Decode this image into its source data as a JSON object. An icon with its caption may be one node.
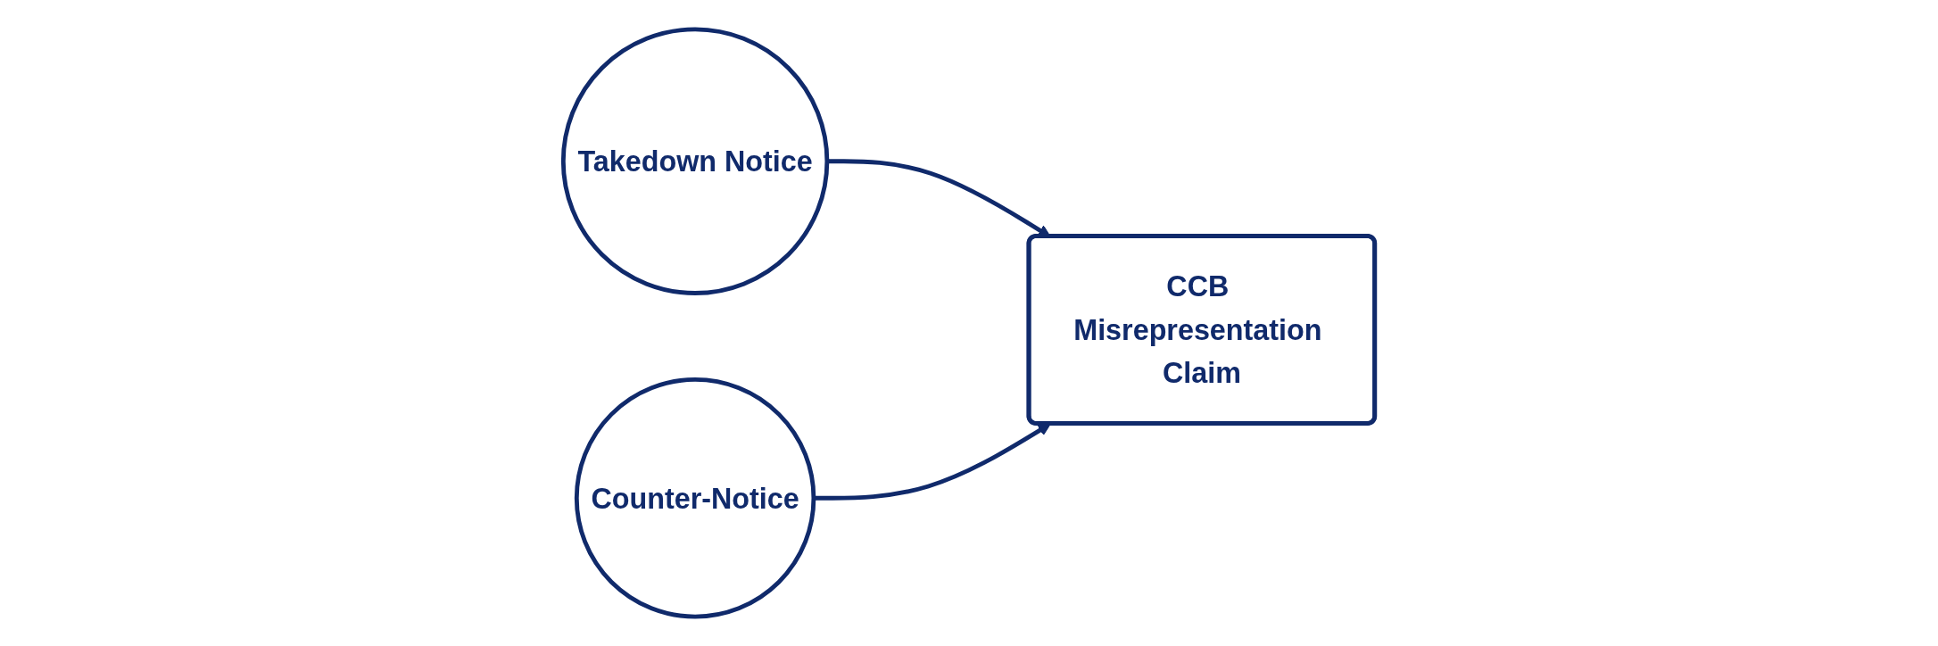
{
  "diagram": {
    "nodes": [
      {
        "text": [
          "Takedown Notice"
        ]
      },
      {
        "text": [
          "CCB Misrepresentation Claim"
        ]
      },
      {
        "text": [
          "Counter-Notice"
        ]
      }
    ],
    "edges": [
      {
        "from": 0,
        "to": 1,
        "arrow": "to"
      },
      {
        "from": 2,
        "to": 1,
        "arrow": "to"
      }
    ]
  }
}
